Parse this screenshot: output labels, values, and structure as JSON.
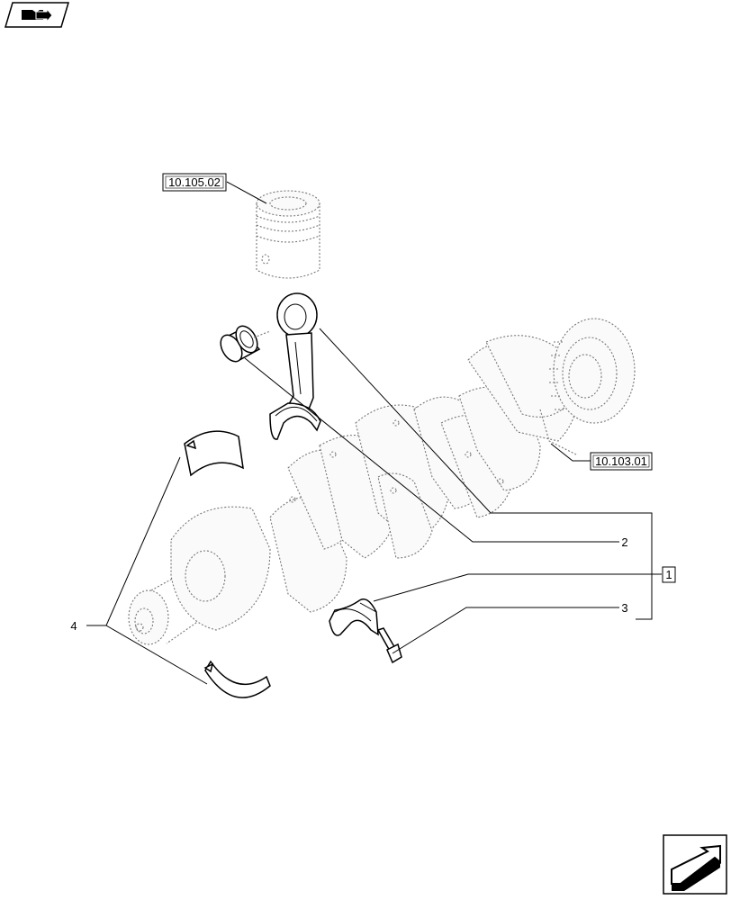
{
  "references": {
    "piston_ref": "10.105.02",
    "crankshaft_ref": "10.103.01"
  },
  "callouts": {
    "item_1": "1",
    "item_2": "2",
    "item_3": "3",
    "item_4": "4"
  },
  "icons": {
    "header": "book-arrow-icon",
    "footer": "next-page-arrow-icon"
  }
}
